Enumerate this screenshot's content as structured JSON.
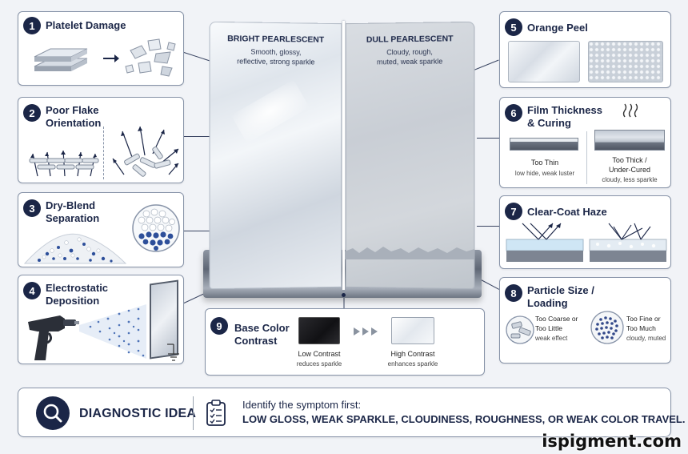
{
  "cards": {
    "platelet": {
      "num": "1",
      "title": "Platelet Damage"
    },
    "flake": {
      "num": "2",
      "title_line1": "Poor Flake",
      "title_line2": "Orientation"
    },
    "dryblend": {
      "num": "3",
      "title_line1": "Dry-Blend",
      "title_line2": "Separation"
    },
    "electrostatic": {
      "num": "4",
      "title_line1": "Electrostatic",
      "title_line2": "Deposition"
    },
    "orange_peel": {
      "num": "5",
      "title": "Orange Peel"
    },
    "film": {
      "num": "6",
      "title_line1": "Film Thickness",
      "title_line2": "& Curing",
      "thin_label": "Too Thin",
      "thin_desc": "low hide, weak luster",
      "thick_label_line1": "Too Thick /",
      "thick_label_line2": "Under-Cured",
      "thick_desc": "cloudy, less sparkle"
    },
    "haze": {
      "num": "7",
      "title": "Clear-Coat Haze"
    },
    "particle": {
      "num": "8",
      "title_line1": "Particle Size /",
      "title_line2": "Loading",
      "coarse_line1": "Too Coarse or",
      "coarse_line2": "Too Little",
      "coarse_desc": "weak effect",
      "fine_line1": "Too Fine or",
      "fine_line2": "Too Much",
      "fine_desc": "cloudy, muted"
    },
    "base": {
      "num": "9",
      "title_line1": "Base Color",
      "title_line2": "Contrast",
      "low_label": "Low Contrast",
      "low_desc": "reduces sparkle",
      "high_label": "High Contrast",
      "high_desc": "enhances sparkle"
    }
  },
  "panel": {
    "bright_title": "BRIGHT PEARLESCENT",
    "bright_desc_line1": "Smooth, glossy,",
    "bright_desc_line2": "reflective, strong sparkle",
    "dull_title": "DULL PEARLESCENT",
    "dull_desc_line1": "Cloudy, rough,",
    "dull_desc_line2": "muted, weak sparkle"
  },
  "diagnostic": {
    "label": "DIAGNOSTIC IDEA",
    "line1": "Identify the symptom first:",
    "line2": "LOW GLOSS, WEAK SPARKLE, CLOUDINESS, ROUGHNESS, OR WEAK COLOR TRAVEL."
  },
  "watermark": "ispigment.com",
  "icons": [
    "search-icon",
    "checklist-icon",
    "spray-gun-icon",
    "heat-wave-icon",
    "arrows-icon"
  ],
  "colors": {
    "navy": "#1b2647",
    "border": "#8793a8",
    "background": "#f1f3f7"
  }
}
